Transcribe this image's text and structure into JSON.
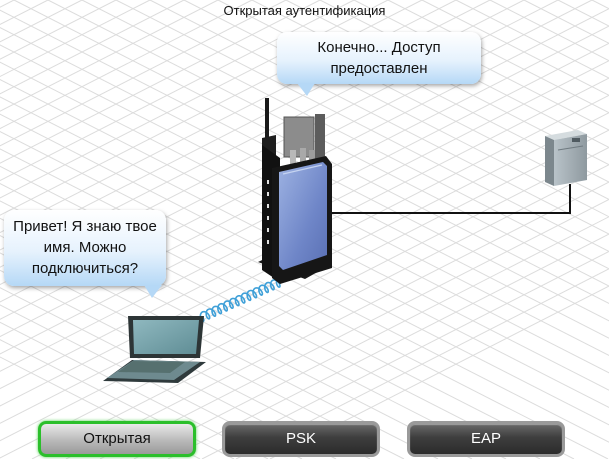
{
  "title": "Открытая аутентификация",
  "bubbles": {
    "access_point_lines": [
      "Конечно... Доступ",
      "предоставлен"
    ],
    "laptop_lines": [
      "Привет! Я знаю твое",
      "имя. Можно",
      "подключиться?"
    ]
  },
  "buttons": {
    "open": "Открытая",
    "psk": "PSK",
    "eap": "EAP"
  },
  "selected_button": "open",
  "colors": {
    "selected_border": "#2bbf2b",
    "button_dark": "#3e3e3e",
    "bubble_bottom": "#b5d8f6"
  }
}
